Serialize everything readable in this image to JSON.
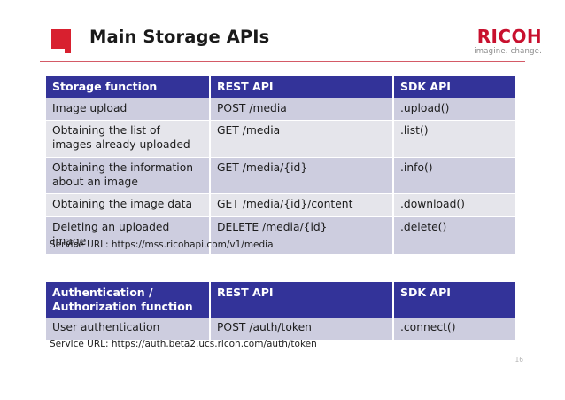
{
  "slide": {
    "title": "Main Storage APIs",
    "page_number": "16",
    "accent_color": "#d8202f",
    "header_color": "#333399",
    "rule_color": "#d45a66",
    "row_shade_color": "#cdcddf",
    "row_light_color": "#e5e5eb"
  },
  "brand": {
    "wordmark": "RICOH",
    "tagline": "imagine. change.",
    "color": "#c8102e"
  },
  "storage_table": {
    "headers": [
      "Storage function",
      "REST API",
      "SDK API"
    ],
    "rows": [
      [
        "Image upload",
        "POST /media",
        ".upload()"
      ],
      [
        "Obtaining the list of images already uploaded",
        "GET /media",
        ".list()"
      ],
      [
        "Obtaining the information about an image",
        "GET /media/{id}",
        ".info()"
      ],
      [
        "Obtaining the image data",
        "GET /media/{id}/content",
        ".download()"
      ],
      [
        "Deleting an uploaded image",
        "DELETE /media/{id}",
        ".delete()"
      ]
    ],
    "service_url": "Service URL: https://mss.ricohapi.com/v1/media"
  },
  "auth_table": {
    "headers": [
      "Authentication / Authorization function",
      "REST API",
      "SDK API"
    ],
    "rows": [
      [
        "User authentication",
        "POST /auth/token",
        ".connect()"
      ]
    ],
    "service_url": "Service URL: https://auth.beta2.ucs.ricoh.com/auth/token"
  }
}
